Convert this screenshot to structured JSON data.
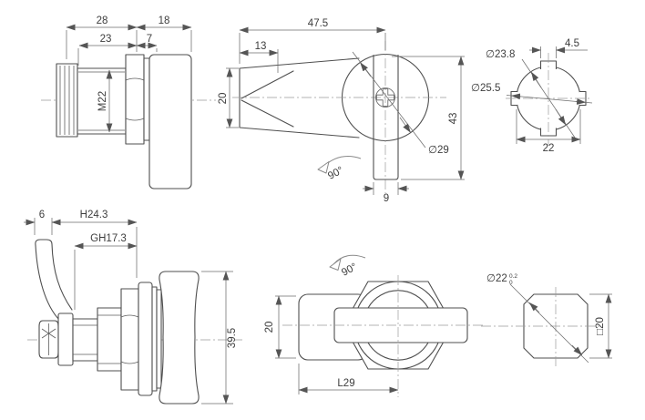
{
  "views": {
    "closed_side": {
      "d28": "28",
      "d18": "18",
      "d23": "23",
      "d7": "7",
      "thread": "M22"
    },
    "open_top": {
      "d475": "47.5",
      "d13": "13",
      "d20": "20",
      "d43": "43",
      "d29": "∅29",
      "d9": "9",
      "rot": "90°"
    },
    "round_cutout": {
      "d238": "∅23.8",
      "d45": "4.5",
      "d255": "∅25.5",
      "d22": "22"
    },
    "cam_side": {
      "d6": "6",
      "dh": "H24.3",
      "dgh": "GH17.3",
      "d395": "39.5"
    },
    "cam_top": {
      "d20": "20",
      "dl29": "L29",
      "rot": "90°"
    },
    "octagon_cutout": {
      "dia": "∅22",
      "tol_upper": "0.2",
      "tol_lower": "0",
      "dsq": "□20"
    }
  },
  "colors": {
    "object_line": "#4f4f4f",
    "dimension_line": "#6e6e6e",
    "centerline": "#9a9a9a",
    "text": "#3d3d3d",
    "background": "#ffffff"
  }
}
